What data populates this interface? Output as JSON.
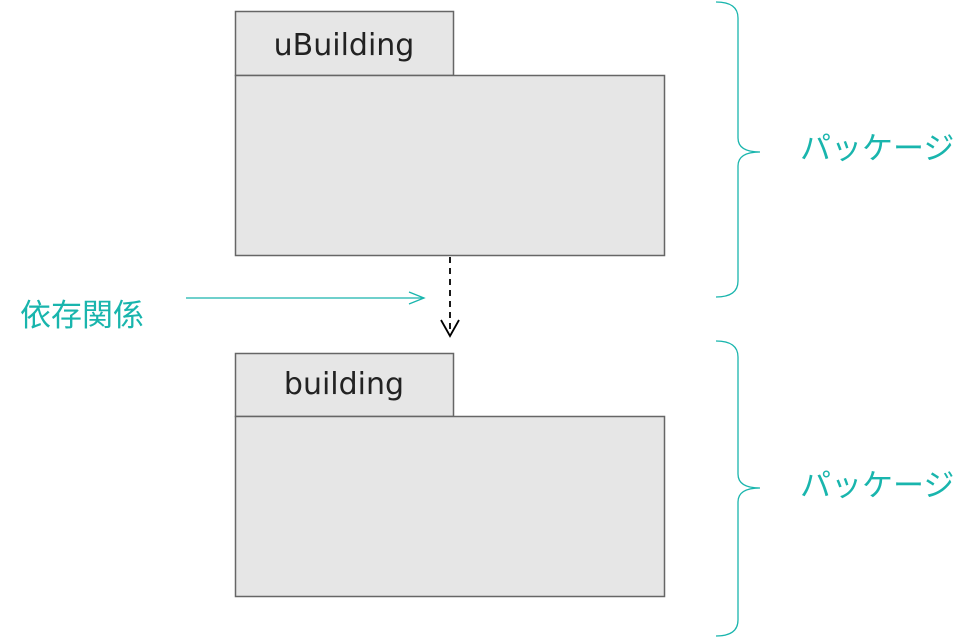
{
  "packages": [
    {
      "name": "uBuilding"
    },
    {
      "name": "building"
    }
  ],
  "dependency_label": "依存関係",
  "brace_labels": [
    "パッケージ",
    "パッケージ"
  ],
  "colors": {
    "package_fill": "#e6e6e6",
    "package_stroke": "#666666",
    "annotation": "#19b5ad",
    "dependency_arrow": "#000000"
  }
}
